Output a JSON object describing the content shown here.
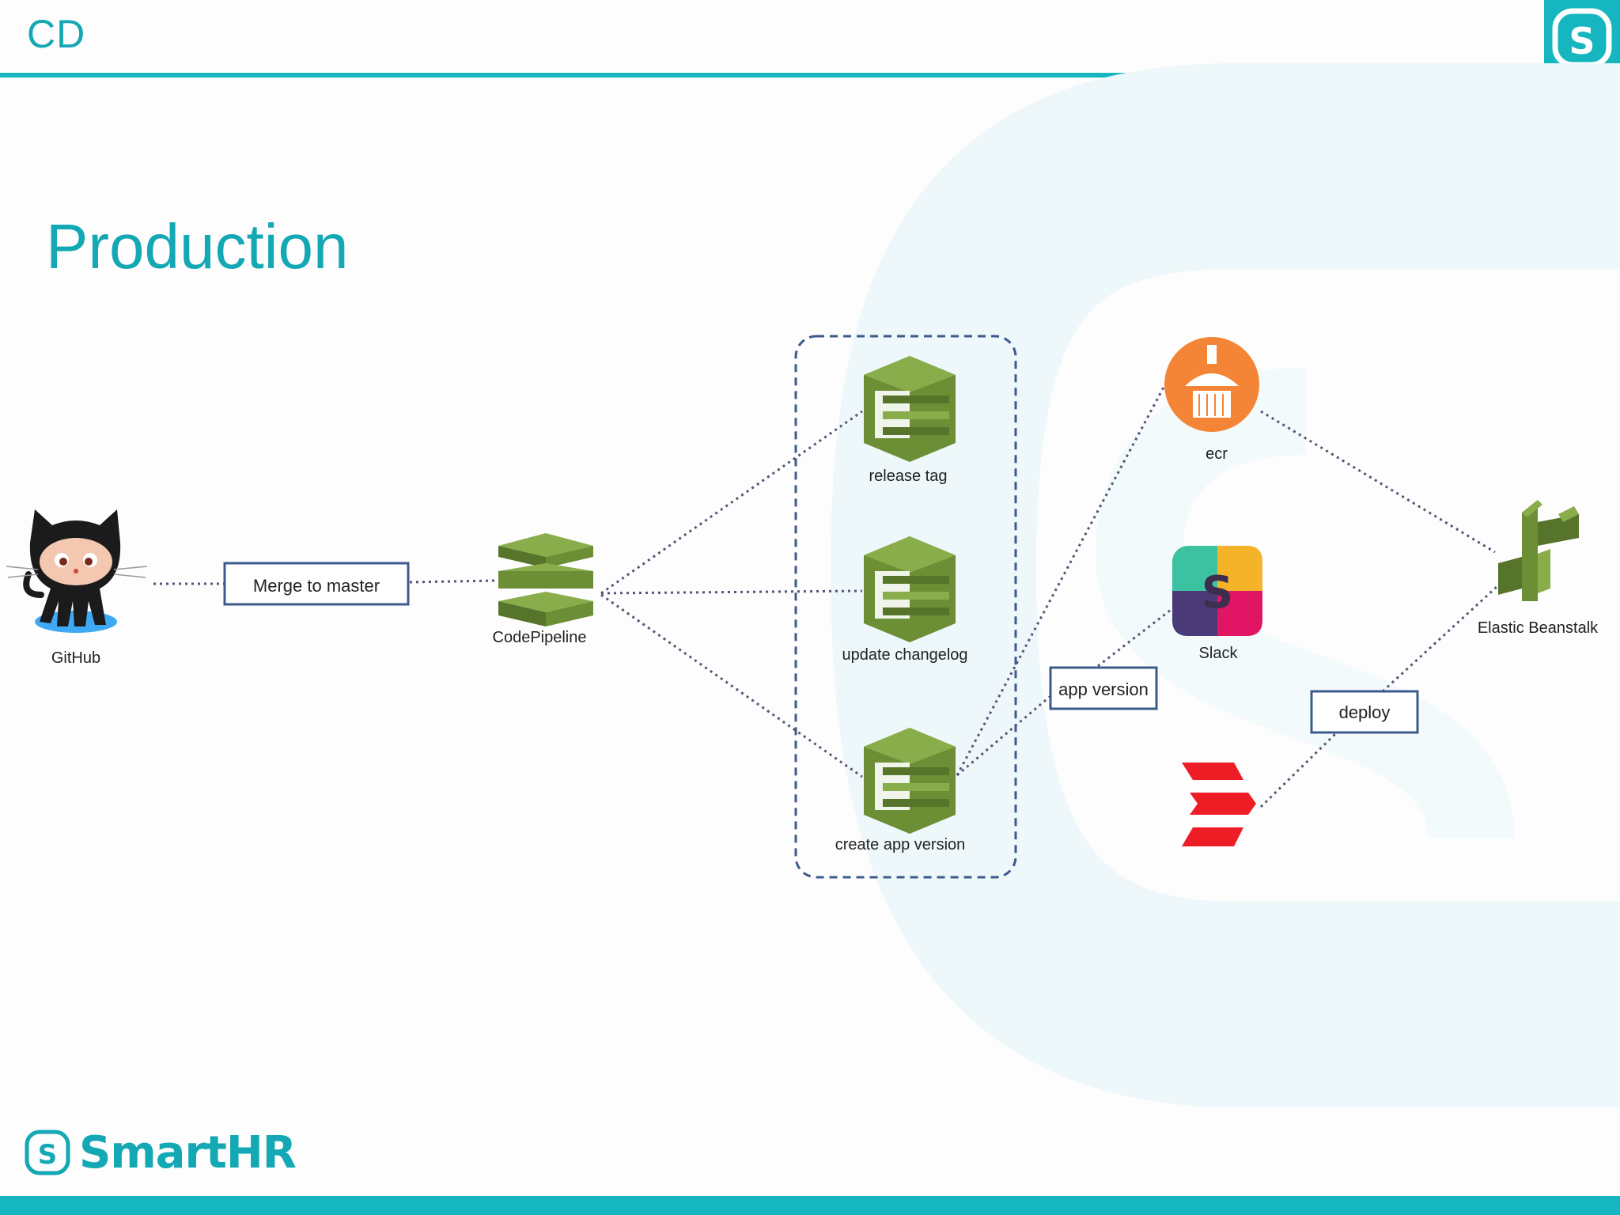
{
  "header": {
    "title": "CD"
  },
  "slide": {
    "title": "Production"
  },
  "brand": {
    "name": "SmartHR"
  },
  "diagram": {
    "nodes": {
      "github": "GitHub",
      "codepipeline": "CodePipeline",
      "release_tag": "release tag",
      "update_changelog": "update changelog",
      "create_app_version": "create app version",
      "ecr": "ecr",
      "slack": "Slack",
      "elastic_beanstalk": "Elastic Beanstalk"
    },
    "edge_labels": {
      "merge": "Merge to master",
      "app_version": "app version",
      "deploy": "deploy"
    }
  },
  "colors": {
    "accent": "#16b6c1",
    "aws_green": "#6c8e35",
    "ecr_orange": "#f58536",
    "edge": "#555577",
    "group_border": "#3d5a8c"
  }
}
